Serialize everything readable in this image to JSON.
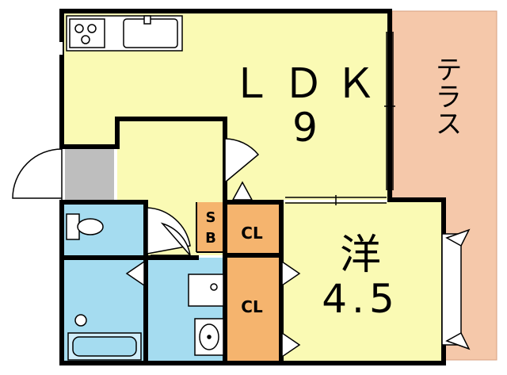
{
  "rooms": {
    "ldk": {
      "name": "ＬＤＫ",
      "size": "9"
    },
    "western": {
      "name": "洋",
      "size": "4.5"
    },
    "closet_upper": {
      "name": "CL"
    },
    "closet_lower": {
      "name": "CL"
    },
    "storage": {
      "name_top": "S",
      "name_bottom": "B"
    },
    "terrace": {
      "name": "テラス"
    }
  },
  "colors": {
    "ldk_floor": "#fafab4",
    "western_floor": "#fafab4",
    "closet": "#f5b46e",
    "bath_toilet": "#a5dcf0",
    "terrace": "#f5c8aa",
    "entrance": "#bebebe",
    "wall": "#000000"
  }
}
